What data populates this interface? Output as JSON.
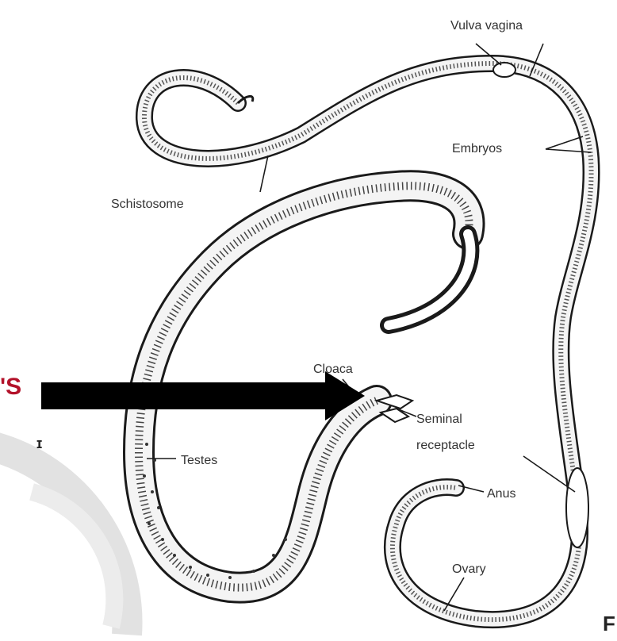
{
  "labels": {
    "vulva_vagina": "Vulva vagina",
    "embryos": "Embryos",
    "schistosome": "Schistosome",
    "cloaca": "Cloaca",
    "seminal_receptacle_line1": "Seminal",
    "seminal_receptacle_line2": "receptacle",
    "testes": "Testes",
    "anus": "Anus",
    "ovary": "Ovary"
  },
  "edge_text": {
    "left_fragment": "'S",
    "left_small": "ɪ",
    "bottom_right_fragment": "F"
  },
  "colors": {
    "background": "#ffffff",
    "ink": "#1a1a1a",
    "arrow": "#000000",
    "accent_red": "#b3122a",
    "watermark_gray": "#dddddd"
  }
}
